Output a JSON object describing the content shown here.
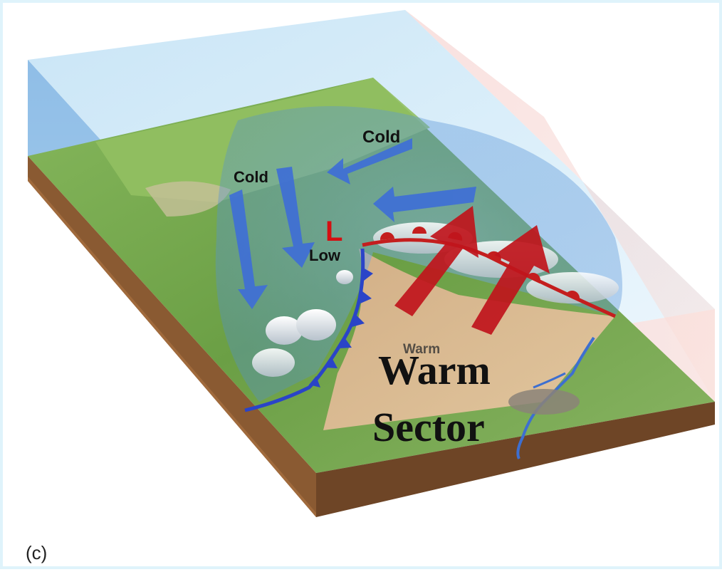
{
  "diagram": {
    "labels": {
      "cold_upper": "Cold",
      "cold_left": "Cold",
      "low_symbol": "L",
      "low_text": "Low",
      "warm_small": "Warm",
      "warm_sector_line1": "Warm",
      "warm_sector_line2": "Sector",
      "panel_label": "(c)"
    },
    "colors": {
      "cold_air": "#3f6fd6",
      "warm_air": "#c0151c",
      "cold_front": "#2a44c8",
      "warm_front": "#c41e1e",
      "low_marker": "#d40f12",
      "land": "#6fa447",
      "soil": "#8a5a32"
    }
  }
}
